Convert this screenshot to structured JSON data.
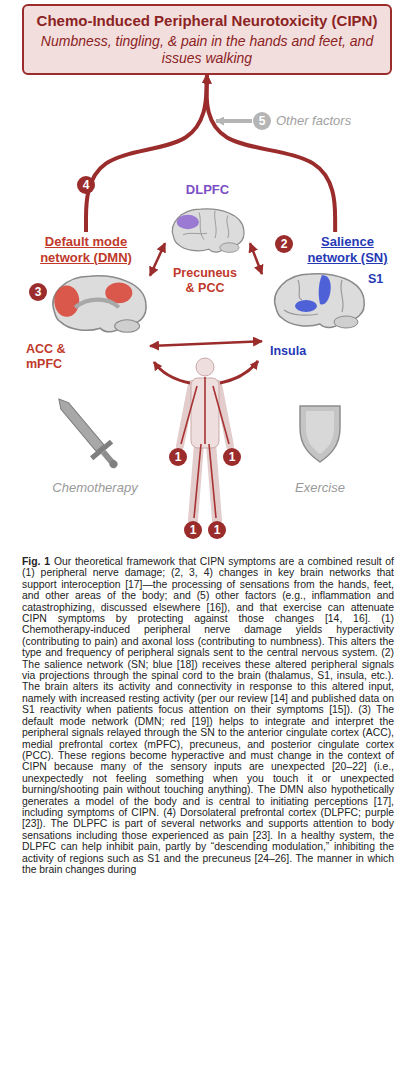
{
  "diagram": {
    "caption": "Our theoretical framework that CIPN symptoms are a combined result of (1) peripheral nerve damage; (2, 3, 4) changes in key brain networks that support interoception [17]—the processing of sensations from the hands, feet, and other areas of the body; and (5) other factors (e.g., inflammation and catastrophizing, discussed elsewhere [16]), and that exercise can attenuate CIPN symptoms by protecting against those changes [14, 16]. (1) Chemotherapy-induced peripheral nerve damage yields hyperactivity (contributing to pain) and axonal loss (contributing to numbness). This alters the type and frequency of peripheral signals sent to the central nervous system. (2) The salience network (SN; blue [18]) receives these altered peripheral signals via projections through the spinal cord to the brain (thalamus, S1, insula, etc.). The brain alters its activity and connectivity in response to this altered input, namely with increased resting activity (per our review [14] and published data on S1 reactivity when patients focus attention on their symptoms [15]). (3) The default mode network (DMN; red [19]) helps to integrate and interpret the peripheral signals relayed through the SN to the anterior cingulate cortex (ACC), medial prefrontal cortex (mPFC), precuneus, and posterior cingulate cortex (PCC). These regions become hyperactive and must change in the context of CIPN because many of the sensory inputs are unexpected [20–22] (i.e., unexpectedly not feeling something when you touch it or unexpected burning/shooting pain without touching anything). The DMN also hypothetically generates a model of the body and is central to initiating perceptions [17], including symptoms of CIPN. (4) Dorsolateral prefrontal cortex (DLPFC; purple [23]). The DLPFC is part of several networks and supports attention to body sensations including those experienced as pain [23]. In a healthy system, the DLPFC can help inhibit pain, partly by “descending modulation,” inhibiting the activity of regions such as S1 and the precuneus [24–26]. The manner in which the brain changes during",
    "nodes": [
      {
        "text": [
          "Chemo-Induced Peripheral Neurotoxicity (CIPN)",
          "Numbness, tingling, & pain in the hands and feet, and issues walking"
        ]
      },
      {
        "text": [
          "Default mode network (DMN)",
          "ACC & mPFC"
        ]
      },
      {
        "text": [
          "Salience network (SN)",
          "S1",
          "Insula"
        ]
      },
      {
        "text": [
          "DLPFC"
        ]
      },
      {
        "text": [
          "Chemotherapy"
        ]
      },
      {
        "text": [
          "Exercise"
        ]
      }
    ],
    "edges": [
      {
        "from": 1,
        "to": 0,
        "arrow": "to"
      },
      {
        "from": 2,
        "to": 0,
        "arrow": "to"
      },
      {
        "from": 3,
        "to": 1,
        "arrow": "both"
      },
      {
        "from": 3,
        "to": 2,
        "arrow": "both"
      },
      {
        "from": 1,
        "to": 2,
        "arrow": "both"
      }
    ],
    "labels": [
      "4",
      "5",
      "Other factors",
      "2",
      "3",
      "Precuneus & PCC",
      "1",
      "1",
      "1",
      "1",
      "Fig. 1"
    ]
  }
}
